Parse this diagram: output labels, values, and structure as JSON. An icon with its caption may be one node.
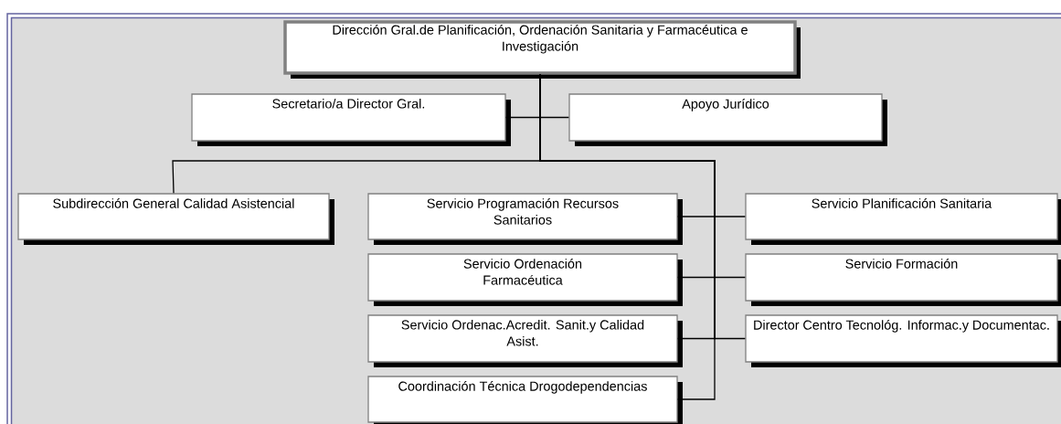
{
  "diagram": {
    "nodes": [
      {
        "text": [
          "Dirección Gral.de Planificación, Ordenación Sanitaria y Farmacéutica e Investigación"
        ]
      },
      {
        "text": [
          "Secretario/a Director Gral."
        ]
      },
      {
        "text": [
          "Apoyo Jurídico"
        ]
      },
      {
        "text": [
          "Subdirección General Calidad Asistencial"
        ]
      },
      {
        "text": [
          "Servicio Programación Recursos Sanitarios"
        ]
      },
      {
        "text": [
          "Servicio Planificación Sanitaria"
        ]
      },
      {
        "text": [
          "Servicio Ordenación Farmacéutica"
        ]
      },
      {
        "text": [
          "Servicio Formación"
        ]
      },
      {
        "text": [
          "Servicio Ordenac.Acredit. Sanit.y Calidad Asist."
        ]
      },
      {
        "text": [
          "Director Centro Tecnológ. Informac.y Documentac."
        ]
      },
      {
        "text": [
          "Coordinación Técnica Drogodependencias"
        ]
      }
    ],
    "edges": [
      {
        "from": 0,
        "to": 1,
        "arrow": "none"
      },
      {
        "from": 0,
        "to": 2,
        "arrow": "none"
      },
      {
        "from": 0,
        "to": 3,
        "arrow": "none"
      },
      {
        "from": 0,
        "to": 4,
        "arrow": "none"
      },
      {
        "from": 0,
        "to": 5,
        "arrow": "none"
      },
      {
        "from": 0,
        "to": 6,
        "arrow": "none"
      },
      {
        "from": 0,
        "to": 7,
        "arrow": "none"
      },
      {
        "from": 0,
        "to": 8,
        "arrow": "none"
      },
      {
        "from": 0,
        "to": 9,
        "arrow": "none"
      },
      {
        "from": 0,
        "to": 10,
        "arrow": "none"
      }
    ]
  }
}
